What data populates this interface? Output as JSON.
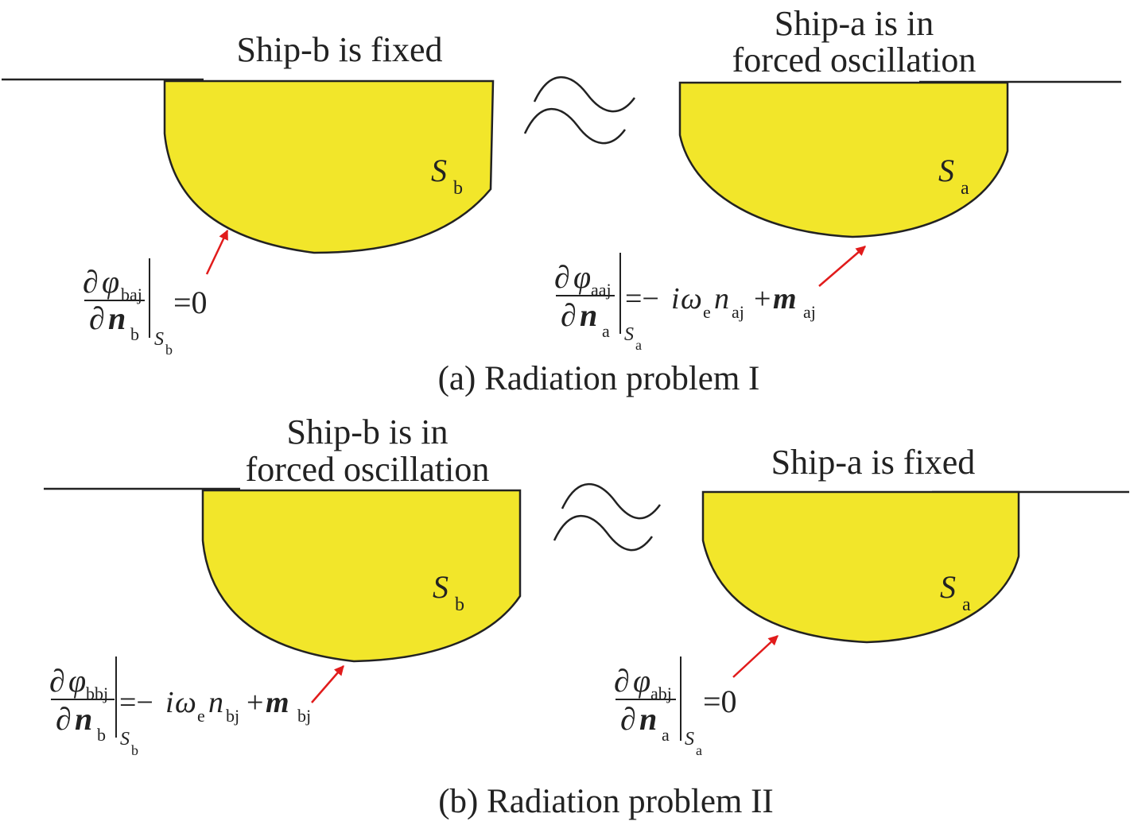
{
  "colors": {
    "hull": "#F2E62A",
    "outline": "#222222",
    "arrow": "#E11B1B",
    "background": "#FFFFFF"
  },
  "panel_a": {
    "left_label": "Ship-b is fixed",
    "right_label_line1": "Ship-a is in",
    "right_label_line2": "forced oscillation",
    "caption": "(a) Radiation problem I",
    "left_surface": {
      "symbol": "S",
      "subscript": "b"
    },
    "right_surface": {
      "symbol": "S",
      "subscript": "a"
    },
    "left_bc": {
      "num_prefix": "∂",
      "num_symbol": "φ",
      "num_sub": "baj",
      "den_prefix": "∂",
      "den_symbol": "n",
      "den_sub": "b",
      "eval_symbol": "S",
      "eval_sub": "b",
      "rhs": "=0"
    },
    "right_bc": {
      "num_prefix": "∂",
      "num_symbol": "φ",
      "num_sub": "aaj",
      "den_prefix": "∂",
      "den_symbol": "n",
      "den_sub": "a",
      "eval_symbol": "S",
      "eval_sub": "a",
      "rhs_eq": "=−",
      "rhs_i": "i",
      "rhs_omega": "ω",
      "rhs_omega_sub": "e",
      "rhs_n": "n",
      "rhs_n_sub": "aj",
      "rhs_plus": "+",
      "rhs_m": "m",
      "rhs_m_sub": "aj"
    }
  },
  "panel_b": {
    "left_label_line1": "Ship-b is in",
    "left_label_line2": "forced oscillation",
    "right_label": "Ship-a is fixed",
    "caption": "(b) Radiation problem II",
    "left_surface": {
      "symbol": "S",
      "subscript": "b"
    },
    "right_surface": {
      "symbol": "S",
      "subscript": "a"
    },
    "left_bc": {
      "num_prefix": "∂",
      "num_symbol": "φ",
      "num_sub": "bbj",
      "den_prefix": "∂",
      "den_symbol": "n",
      "den_sub": "b",
      "eval_symbol": "S",
      "eval_sub": "b",
      "rhs_eq": "=−",
      "rhs_i": "i",
      "rhs_omega": "ω",
      "rhs_omega_sub": "e",
      "rhs_n": "n",
      "rhs_n_sub": "bj",
      "rhs_plus": "+",
      "rhs_m": "m",
      "rhs_m_sub": "bj"
    },
    "right_bc": {
      "num_prefix": "∂",
      "num_symbol": "φ",
      "num_sub": "abj",
      "den_prefix": "∂",
      "den_symbol": "n",
      "den_sub": "a",
      "eval_symbol": "S",
      "eval_sub": "a",
      "rhs": "=0"
    }
  }
}
